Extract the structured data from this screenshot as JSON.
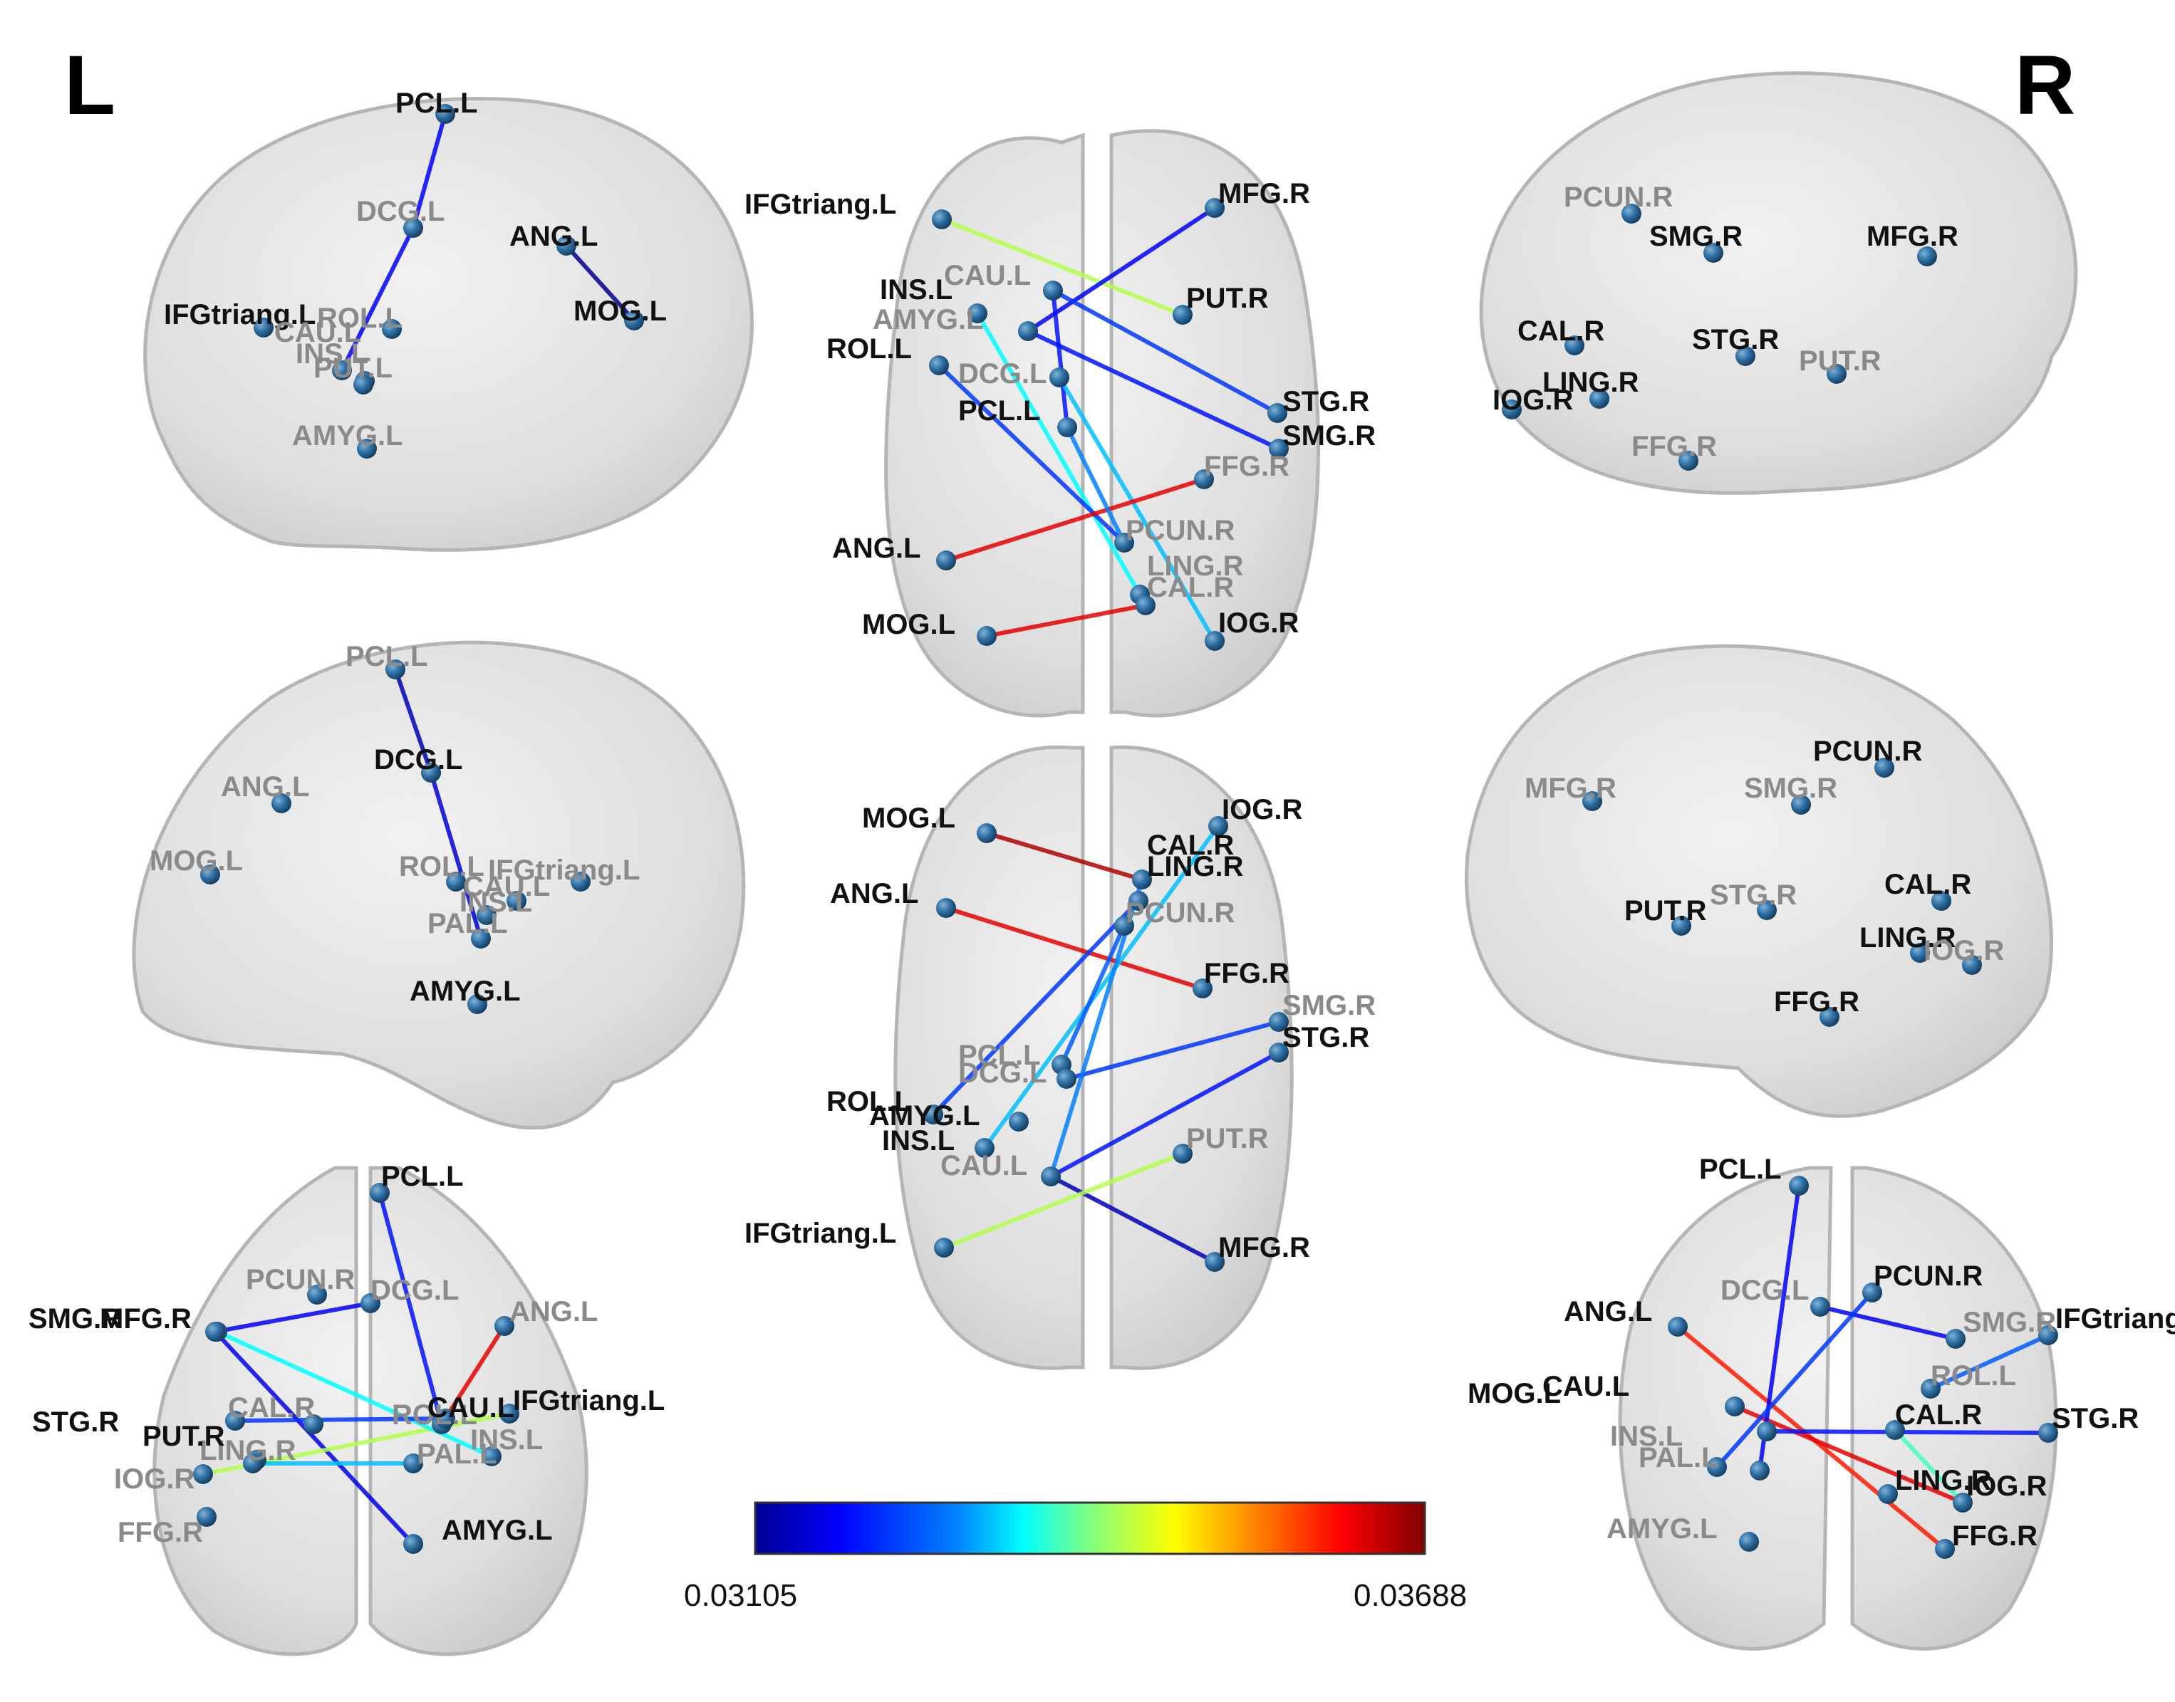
{
  "side_labels": {
    "left": "L",
    "right": "R"
  },
  "colorbar": {
    "min_label": "0.03105",
    "max_label": "0.03688",
    "colormap": [
      "#00008f",
      "#0000ff",
      "#0080ff",
      "#00ffff",
      "#80ff80",
      "#ffff00",
      "#ff8000",
      "#ff0000",
      "#800000"
    ]
  },
  "views": [
    {
      "id": "left-lateral",
      "nodes": [
        {
          "label": "PCL.L"
        },
        {
          "label": "DCG.L"
        },
        {
          "label": "ANG.L"
        },
        {
          "label": "MOG.L"
        },
        {
          "label": "IFGtriang.L"
        },
        {
          "label": "ROL.L"
        },
        {
          "label": "CAU.L"
        },
        {
          "label": "INS.L"
        },
        {
          "label": "PUT.L"
        },
        {
          "label": "AMYG.L"
        }
      ]
    },
    {
      "id": "axial-top",
      "nodes": [
        {
          "label": "IFGtriang.L"
        },
        {
          "label": "MFG.R"
        },
        {
          "label": "INS.L"
        },
        {
          "label": "CAU.L"
        },
        {
          "label": "AMYG.L"
        },
        {
          "label": "PUT.R"
        },
        {
          "label": "ROL.L"
        },
        {
          "label": "DCG.L"
        },
        {
          "label": "PCL.L"
        },
        {
          "label": "STG.R"
        },
        {
          "label": "SMG.R"
        },
        {
          "label": "FFG.R"
        },
        {
          "label": "PCUN.R"
        },
        {
          "label": "ANG.L"
        },
        {
          "label": "LING.R"
        },
        {
          "label": "CAL.R"
        },
        {
          "label": "MOG.L"
        },
        {
          "label": "IOG.R"
        }
      ]
    },
    {
      "id": "right-lateral",
      "nodes": [
        {
          "label": "PCUN.R"
        },
        {
          "label": "SMG.R"
        },
        {
          "label": "MFG.R"
        },
        {
          "label": "CAL.R"
        },
        {
          "label": "STG.R"
        },
        {
          "label": "PUT.R"
        },
        {
          "label": "LING.R"
        },
        {
          "label": "IOG.R"
        },
        {
          "label": "FFG.R"
        }
      ]
    },
    {
      "id": "left-medial",
      "nodes": [
        {
          "label": "PCL.L"
        },
        {
          "label": "DCG.L"
        },
        {
          "label": "ANG.L"
        },
        {
          "label": "MOG.L"
        },
        {
          "label": "ROL.L"
        },
        {
          "label": "IFGtriang.L"
        },
        {
          "label": "CAU.L"
        },
        {
          "label": "INS.L"
        },
        {
          "label": "PAL.L"
        },
        {
          "label": "AMYG.L"
        }
      ]
    },
    {
      "id": "axial-bottom",
      "nodes": [
        {
          "label": "MOG.L"
        },
        {
          "label": "IOG.R"
        },
        {
          "label": "CAL.R"
        },
        {
          "label": "LING.R"
        },
        {
          "label": "ANG.L"
        },
        {
          "label": "PCUN.R"
        },
        {
          "label": "FFG.R"
        },
        {
          "label": "SMG.R"
        },
        {
          "label": "STG.R"
        },
        {
          "label": "PCL.L"
        },
        {
          "label": "DCG.L"
        },
        {
          "label": "ROL.L"
        },
        {
          "label": "AMYG.L"
        },
        {
          "label": "INS.L"
        },
        {
          "label": "CAU.L"
        },
        {
          "label": "PUT.R"
        },
        {
          "label": "IFGtriang.L"
        },
        {
          "label": "MFG.R"
        }
      ]
    },
    {
      "id": "right-medial",
      "nodes": [
        {
          "label": "PCUN.R"
        },
        {
          "label": "MFG.R"
        },
        {
          "label": "SMG.R"
        },
        {
          "label": "CAL.R"
        },
        {
          "label": "PUT.R"
        },
        {
          "label": "STG.R"
        },
        {
          "label": "LING.R"
        },
        {
          "label": "IOG.R"
        },
        {
          "label": "FFG.R"
        }
      ]
    },
    {
      "id": "coronal-back",
      "nodes": [
        {
          "label": "PCL.L"
        },
        {
          "label": "PCUN.R"
        },
        {
          "label": "DCG.L"
        },
        {
          "label": "ANG.L"
        },
        {
          "label": "SMG.R"
        },
        {
          "label": "MFG.R"
        },
        {
          "label": "STG.R"
        },
        {
          "label": "LING.R"
        },
        {
          "label": "PUT.R"
        },
        {
          "label": "IOG.R"
        },
        {
          "label": "FFG.R"
        },
        {
          "label": "CAL.R"
        },
        {
          "label": "ROL.L"
        },
        {
          "label": "IFGtriang.L"
        },
        {
          "label": "CAU.L"
        },
        {
          "label": "PAL.L"
        },
        {
          "label": "INS.L"
        },
        {
          "label": "AMYG.L"
        }
      ]
    },
    {
      "id": "coronal-front",
      "nodes": [
        {
          "label": "PCL.L"
        },
        {
          "label": "DCG.L"
        },
        {
          "label": "PCUN.R"
        },
        {
          "label": "ANG.L"
        },
        {
          "label": "SMG.R"
        },
        {
          "label": "IFGtriang.L"
        },
        {
          "label": "ROL.L"
        },
        {
          "label": "MOG.L"
        },
        {
          "label": "CAU.L"
        },
        {
          "label": "CAL.R"
        },
        {
          "label": "STG.R"
        },
        {
          "label": "INS.L"
        },
        {
          "label": "PAL.L"
        },
        {
          "label": "LING.R"
        },
        {
          "label": "IOG.R"
        },
        {
          "label": "AMYG.L"
        },
        {
          "label": "FFG.R"
        }
      ]
    }
  ]
}
